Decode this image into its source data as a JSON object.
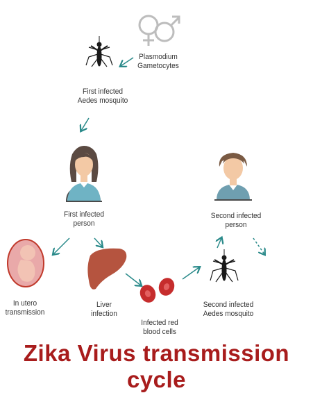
{
  "labels": {
    "gametocytes": "Plasmodium\nGametocytes",
    "first_mosquito": "First infected\nAedes mosquito",
    "first_person": "First infected\nperson",
    "in_utero": "In utero\ntransmission",
    "liver": "Liver\ninfection",
    "blood": "Infected red\nblood cells",
    "second_person": "Second infected\nperson",
    "second_mosquito": "Second infected\nAedes mosquito"
  },
  "title": "Zika Virus transmission cycle",
  "colors": {
    "title": "#a81c1c",
    "arrow": "#2a8a8a",
    "organ": "#c0392b",
    "skin": "#f3c9a5",
    "mosquito": "#1a1a1a",
    "gender_symbols": "#bdbdbd"
  },
  "icons": [
    "female-male-symbols-icon",
    "mosquito-icon",
    "woman-avatar-icon",
    "fetus-icon",
    "liver-icon",
    "red-blood-cells-icon",
    "man-avatar-icon"
  ]
}
